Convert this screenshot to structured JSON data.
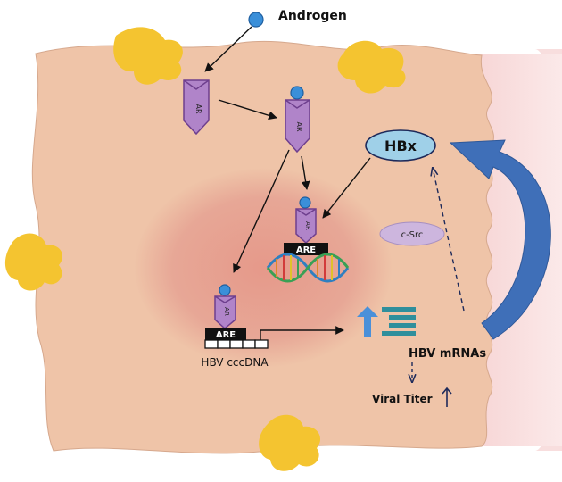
{
  "labels": {
    "androgen": "Androgen",
    "hbx": "HBx",
    "c_src": "c-Src",
    "hbv_mrnas": "HBV mRNAs",
    "viral_titer": "Viral Titer",
    "hbv_cccdna": "HBV cccDNA",
    "ar": "AR",
    "are": "ARE"
  },
  "colors": {
    "cell_body": "#efc4a8",
    "nucleus": "#e4a090",
    "neighbor_cell": "#f6d2d2",
    "blobs": "#f4c430",
    "ar_receptor": "#b084c9",
    "androgen_dot": "#3a8fd9",
    "hbx_ellipse": "#9fd0e8",
    "csrc_ellipse": "#cdb6de",
    "curved_arrow": "#3f6fb8",
    "up_arrow": "#4a90d9",
    "mrna_bars": "#2f8f9c"
  },
  "icons": {
    "androgen": "blue-dot-icon",
    "receptor": "chevron-receptor-icon",
    "dna": "double-helix-icon",
    "increase": "up-arrow-icon"
  }
}
